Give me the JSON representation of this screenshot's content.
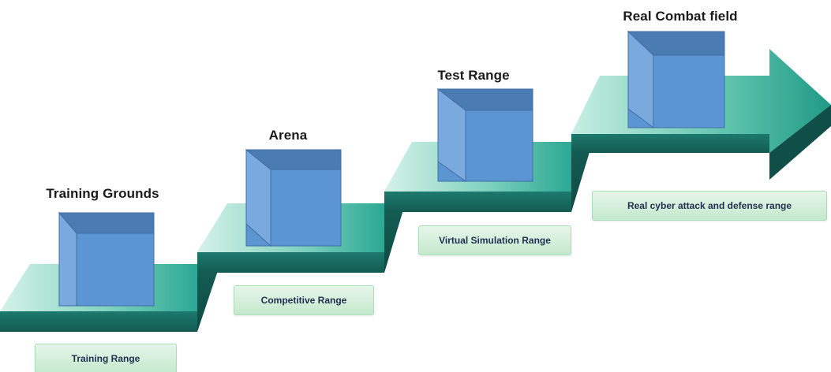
{
  "stages": [
    {
      "title": "Training Grounds",
      "range_label": "Training Range"
    },
    {
      "title": "Arena",
      "range_label": "Competitive Range"
    },
    {
      "title": "Test Range",
      "range_label": "Virtual Simulation Range"
    },
    {
      "title": "Real Combat field",
      "range_label": "Real cyber attack and defense range"
    }
  ],
  "colors": {
    "step_top_light": "#d4f1e7",
    "step_top_dark": "#2fb39d",
    "step_front": "#186a60",
    "step_side": "#0f4f47",
    "arrow_light": "#bfece0",
    "arrow_dark": "#23a08c",
    "cube_top": "#4c7cb5",
    "cube_front": "#5c95d3",
    "cube_side": "#7aa9de",
    "label_bg": "#d3efd9",
    "label_text": "#1f3150"
  }
}
